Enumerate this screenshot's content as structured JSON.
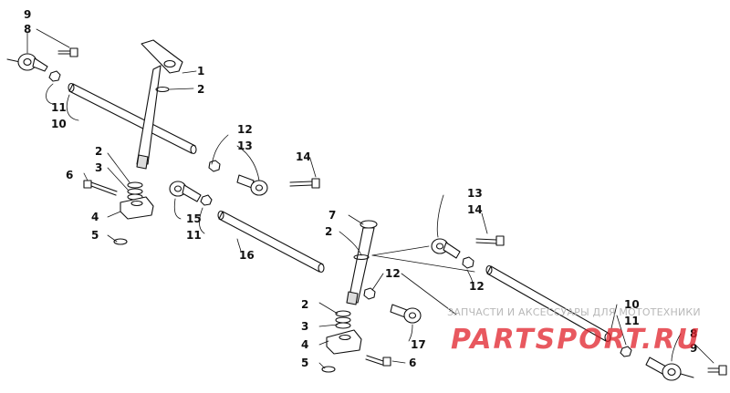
{
  "callouts": [
    {
      "id": "c1",
      "text": "9"
    },
    {
      "id": "c2",
      "text": "8"
    },
    {
      "id": "c3",
      "text": "1"
    },
    {
      "id": "c4",
      "text": "2"
    },
    {
      "id": "c5",
      "text": "11"
    },
    {
      "id": "c6",
      "text": "10"
    },
    {
      "id": "c7",
      "text": "12"
    },
    {
      "id": "c8",
      "text": "13"
    },
    {
      "id": "c9",
      "text": "14"
    },
    {
      "id": "c10",
      "text": "2"
    },
    {
      "id": "c11",
      "text": "3"
    },
    {
      "id": "c12",
      "text": "6"
    },
    {
      "id": "c13",
      "text": "4"
    },
    {
      "id": "c14",
      "text": "15"
    },
    {
      "id": "c15",
      "text": "11"
    },
    {
      "id": "c16",
      "text": "5"
    },
    {
      "id": "c17",
      "text": "16"
    },
    {
      "id": "c18",
      "text": "7"
    },
    {
      "id": "c19",
      "text": "2"
    },
    {
      "id": "c20",
      "text": "13"
    },
    {
      "id": "c21",
      "text": "14"
    },
    {
      "id": "c22",
      "text": "12"
    },
    {
      "id": "c23",
      "text": "12"
    },
    {
      "id": "c24",
      "text": "2"
    },
    {
      "id": "c25",
      "text": "3"
    },
    {
      "id": "c26",
      "text": "4"
    },
    {
      "id": "c27",
      "text": "17"
    },
    {
      "id": "c28",
      "text": "5"
    },
    {
      "id": "c29",
      "text": "6"
    },
    {
      "id": "c30",
      "text": "10"
    },
    {
      "id": "c31",
      "text": "11"
    },
    {
      "id": "c32",
      "text": "8"
    },
    {
      "id": "c33",
      "text": "9"
    }
  ],
  "watermark": {
    "tagline": "ЗАПЧАСТИ И АКСЕССУАРЫ ДЛЯ МОТОТЕХНИКИ",
    "logo": "PARTSPORT.RU",
    "logo_color": "#e0202a"
  },
  "colors": {
    "line": "#111111",
    "part_fill": "#ffffff",
    "shade": "#d8d8d8"
  }
}
